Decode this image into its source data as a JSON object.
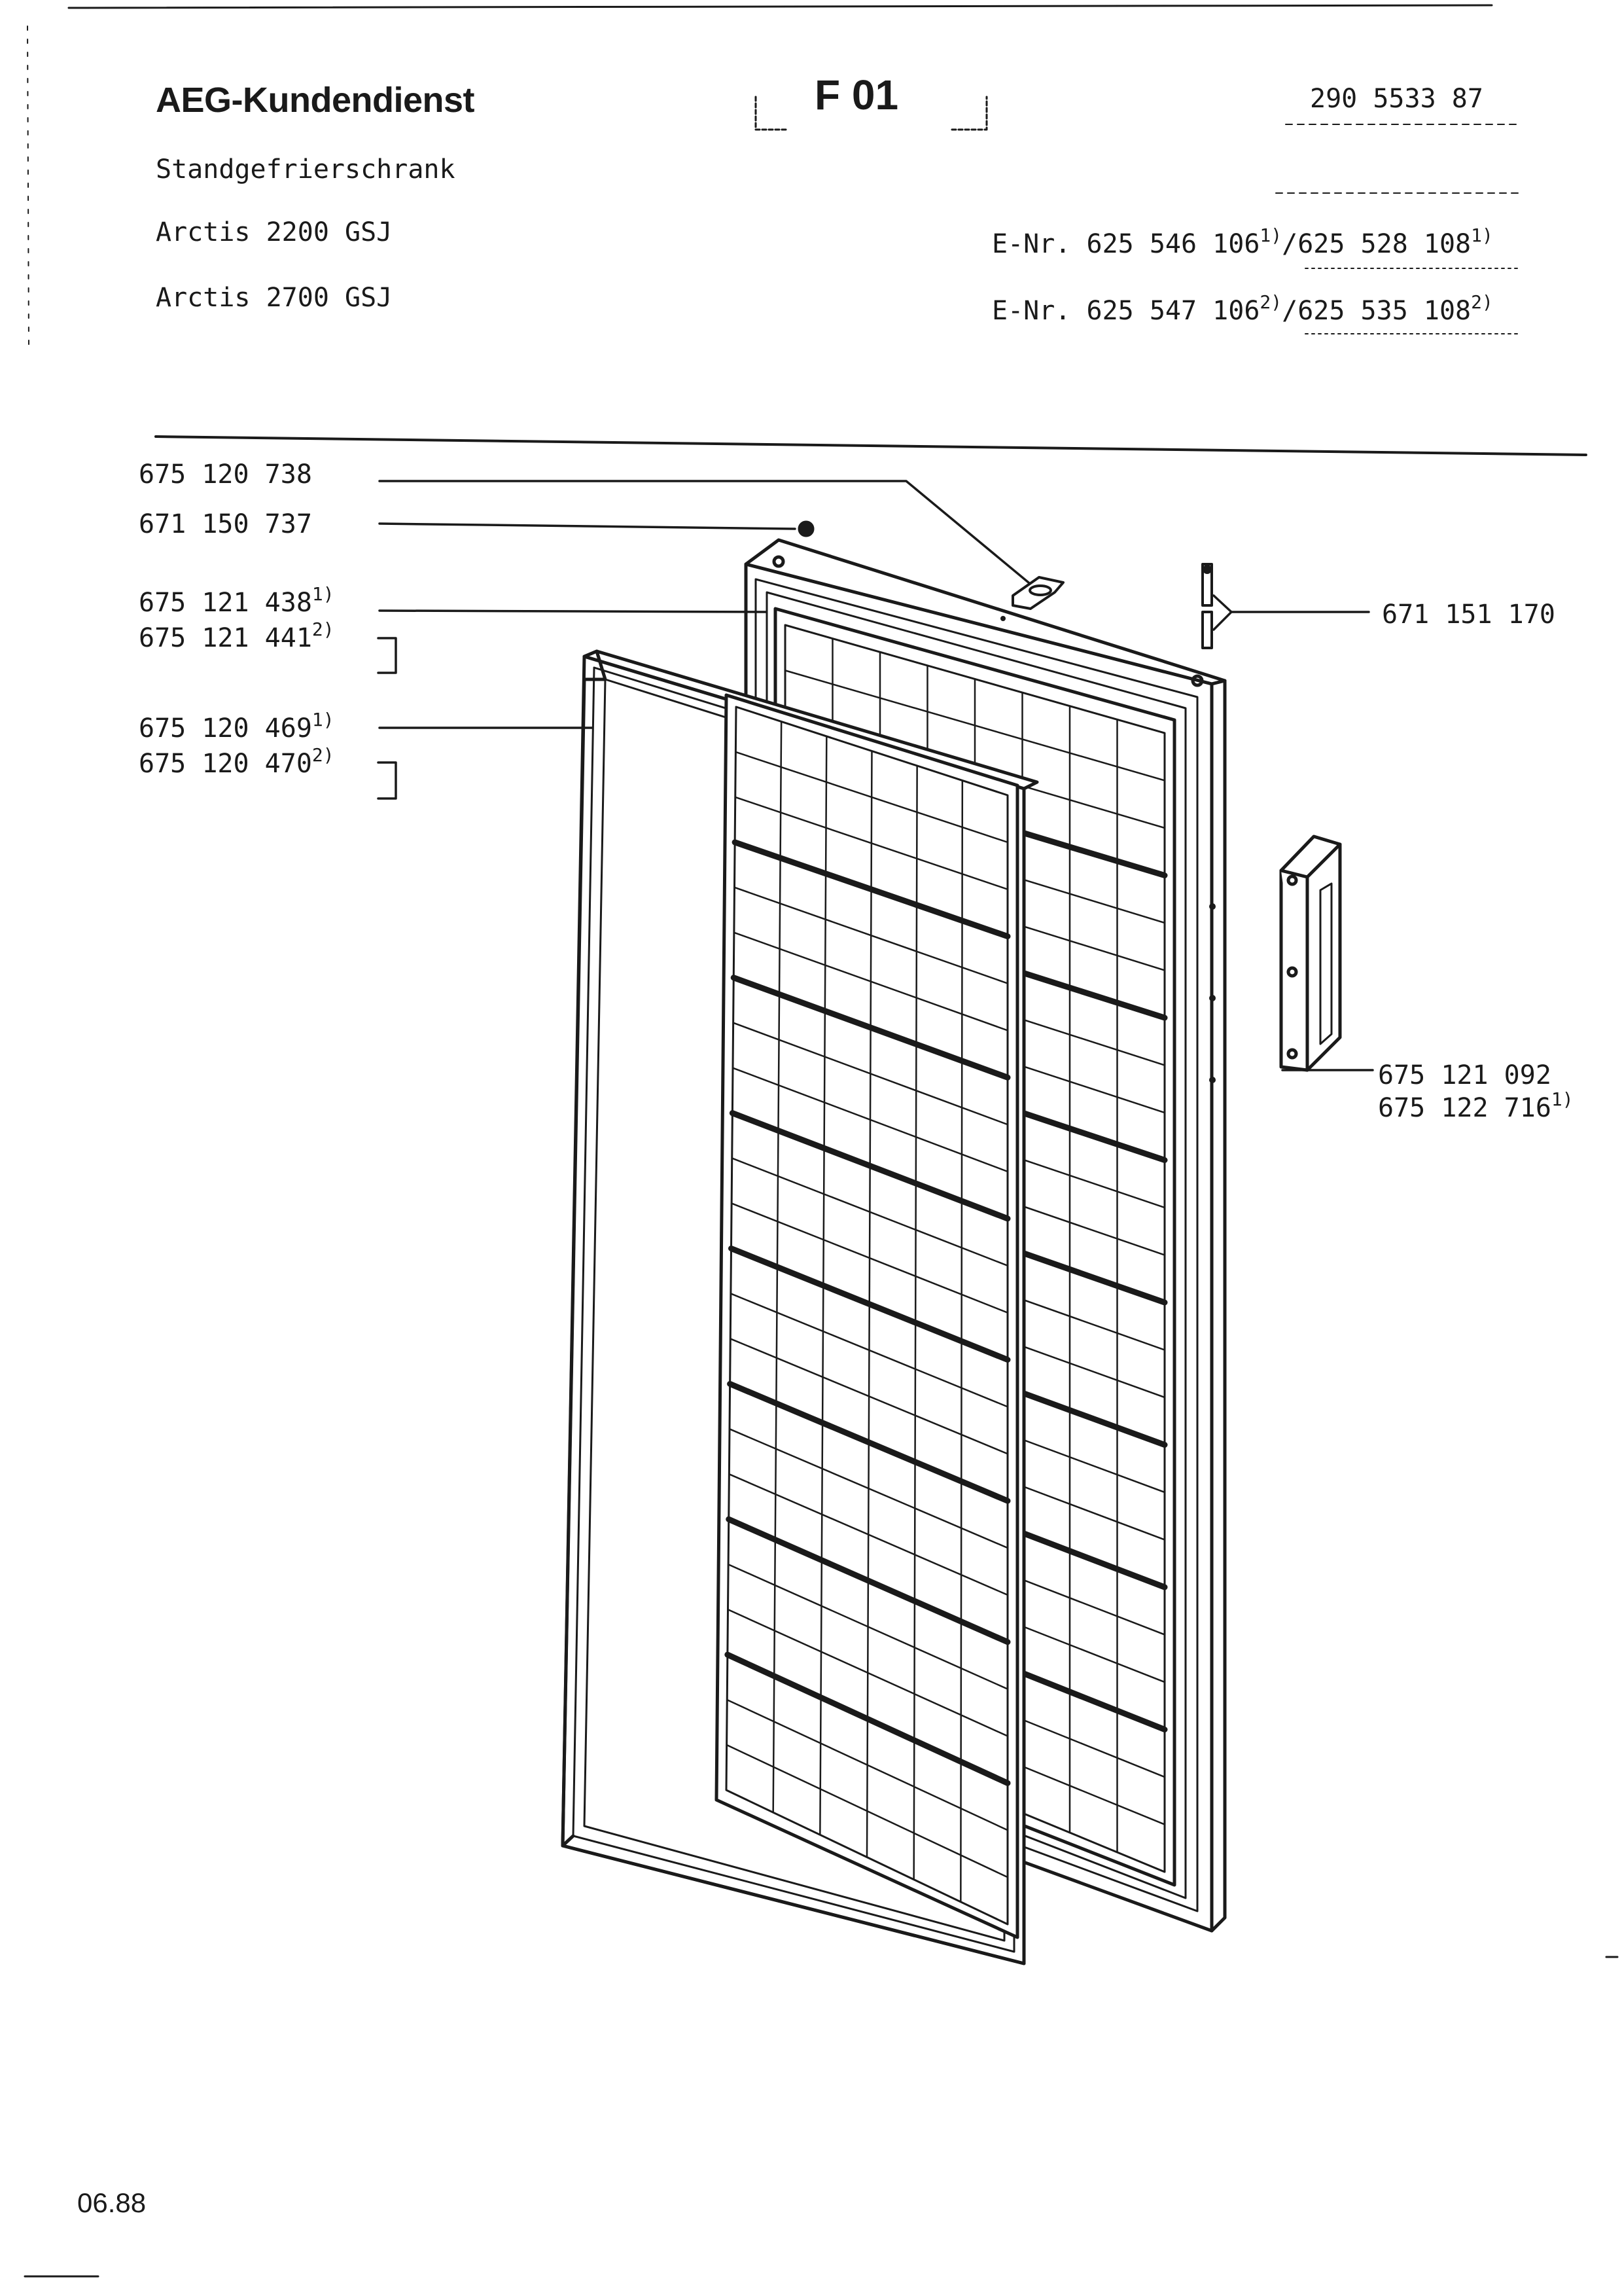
{
  "header": {
    "brand": "AEG-Kundendienst",
    "section_code": "F 01",
    "doc_number": "290 5533 87",
    "product_type": "Standgefrierschrank",
    "models": [
      "Arctis 2200 GSJ",
      "Arctis 2700 GSJ"
    ],
    "enr_lines": [
      {
        "prefix": "E-Nr.",
        "a": "625 546 106",
        "a_note": "1)",
        "b": "/625 528 108",
        "b_note": "1)"
      },
      {
        "prefix": "E-Nr.",
        "a": "625 547 106",
        "a_note": "2)",
        "b": "/625 535 108",
        "b_note": "2)"
      }
    ]
  },
  "parts": {
    "hinge_cover": "675 120 738",
    "cap": "671 150 737",
    "door_panel_1": "675 121 438",
    "door_panel_1_note": "1)",
    "door_panel_2": "675 121 441",
    "door_panel_2_note": "2)",
    "gasket_1": "675 120 469",
    "gasket_1_note": "1)",
    "gasket_2": "675 120 470",
    "gasket_2_note": "2)",
    "hinge_pin": "671 151 170",
    "handle_1": "675 121 092",
    "handle_2": "675 122 716",
    "handle_note": "1)"
  },
  "footer": {
    "date": "06.88"
  }
}
